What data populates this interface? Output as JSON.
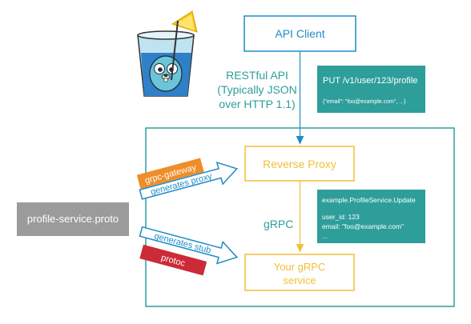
{
  "diagram": {
    "api_client": "API Client",
    "restful_line1": "RESTful API",
    "restful_line2": "(Typically JSON",
    "restful_line3": "over HTTP 1.1)",
    "put_request": {
      "line1": "PUT /v1/user/123/profile",
      "line2": "{\"email\": \"foo@example.com\", ...}"
    },
    "reverse_proxy": "Reverse Proxy",
    "grpc_label": "gRPC",
    "grpc_request": {
      "line1": "example.ProfileService.Update",
      "line2": "user_id: 123",
      "line3": "email: \"foo@example.com\"",
      "line4": "..."
    },
    "your_grpc_line1": "Your gRPC",
    "your_grpc_line2": "service",
    "proto_file": "profile-service.proto",
    "grpc_gateway": "grpc-gateway",
    "generates_proxy": "generates proxy",
    "generates_stub": "generates stub",
    "protoc": "protoc"
  },
  "colors": {
    "teal": "#2e9e9a",
    "blue": "#1f8cc6",
    "gold": "#f2bf38",
    "orange": "#ee8d29",
    "red": "#cc2a36",
    "gray": "#9b9b9b"
  },
  "icons": [
    "gopher-mascot-icon"
  ]
}
